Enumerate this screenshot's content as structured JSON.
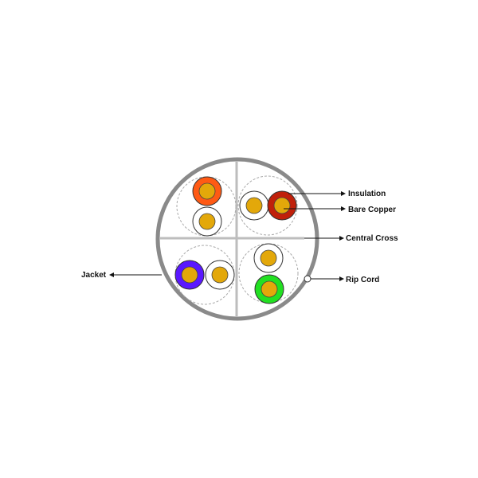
{
  "labels": {
    "insulation": "Insulation",
    "bare_copper": "Bare Copper",
    "central_cross": "Central Cross",
    "rip_cord": "Rip Cord",
    "jacket": "Jacket"
  },
  "colors": {
    "jacket": "#8a8a8a",
    "cross": "#bdbdbd",
    "copper": "#e3a80a",
    "orange": "#ff5a14",
    "red": "#c0200a",
    "blue": "#5a18ff",
    "green": "#22e022",
    "white": "#ffffff"
  },
  "pairs": [
    {
      "name": "orange-pair",
      "wires": [
        "orange",
        "white"
      ]
    },
    {
      "name": "red-pair",
      "wires": [
        "white",
        "red"
      ]
    },
    {
      "name": "blue-pair",
      "wires": [
        "blue",
        "white"
      ]
    },
    {
      "name": "green-pair",
      "wires": [
        "white",
        "green"
      ]
    }
  ]
}
